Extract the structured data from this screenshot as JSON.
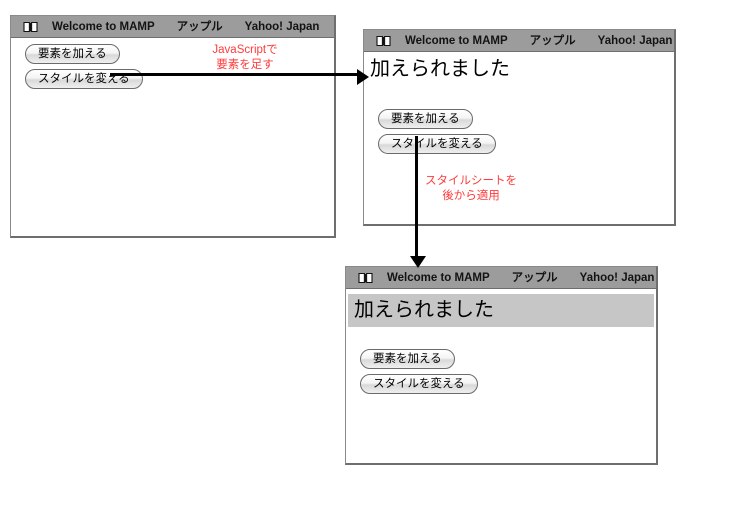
{
  "bookmark_bar": {
    "icon": "book-icon",
    "items": [
      {
        "label": "Welcome to MAMP"
      },
      {
        "label": "アップル"
      },
      {
        "label": "Yahoo! Japan"
      }
    ]
  },
  "windows": [
    {
      "id": "window-before",
      "heading": "",
      "heading_styled": false,
      "buttons": [
        {
          "label": "要素を加える"
        },
        {
          "label": "スタイルを変える"
        }
      ]
    },
    {
      "id": "window-element-added",
      "heading": "加えられました",
      "heading_styled": false,
      "buttons": [
        {
          "label": "要素を加える"
        },
        {
          "label": "スタイルを変える"
        }
      ]
    },
    {
      "id": "window-style-applied",
      "heading": "加えられました",
      "heading_styled": true,
      "buttons": [
        {
          "label": "要素を加える"
        },
        {
          "label": "スタイルを変える"
        }
      ]
    }
  ],
  "annotations": [
    {
      "line1": "JavaScriptで",
      "line2": "要素を足す"
    },
    {
      "line1": "スタイルシートを",
      "line2": "後から適用"
    }
  ],
  "colors": {
    "annotation": "#ff3b3b",
    "bookmark_bar": "#9c9c9c",
    "heading_highlight": "#c6c6c6",
    "arrow": "#000000"
  }
}
